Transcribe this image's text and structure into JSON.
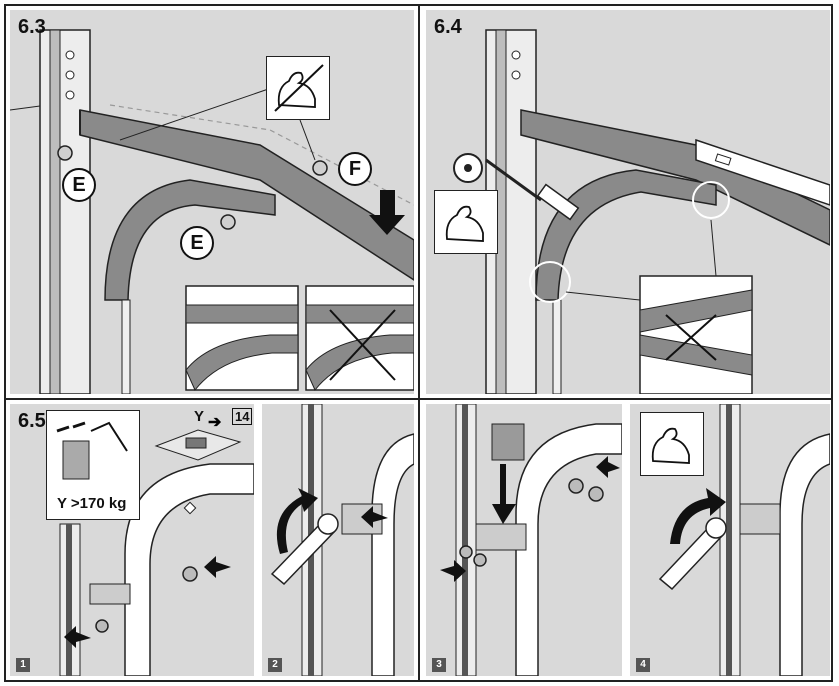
{
  "steps": {
    "s63": "6.3",
    "s64": "6.4",
    "s65": "6.5"
  },
  "labels": {
    "e_top": "E",
    "e_bottom": "E",
    "f": "F"
  },
  "info": {
    "weight_text": "Y >170 kg",
    "y_label": "Y",
    "ref_page": "14"
  },
  "substeps": [
    "1",
    "2",
    "3",
    "4"
  ],
  "colors": {
    "panel_bg": "#d9d9d9",
    "rail": "#8a8a8a",
    "outline": "#111111"
  },
  "icons": [
    "strong-arm-crossed-icon",
    "strong-arm-icon",
    "spirit-level-icon",
    "wrench-icon",
    "rotate-arrow-icon"
  ]
}
